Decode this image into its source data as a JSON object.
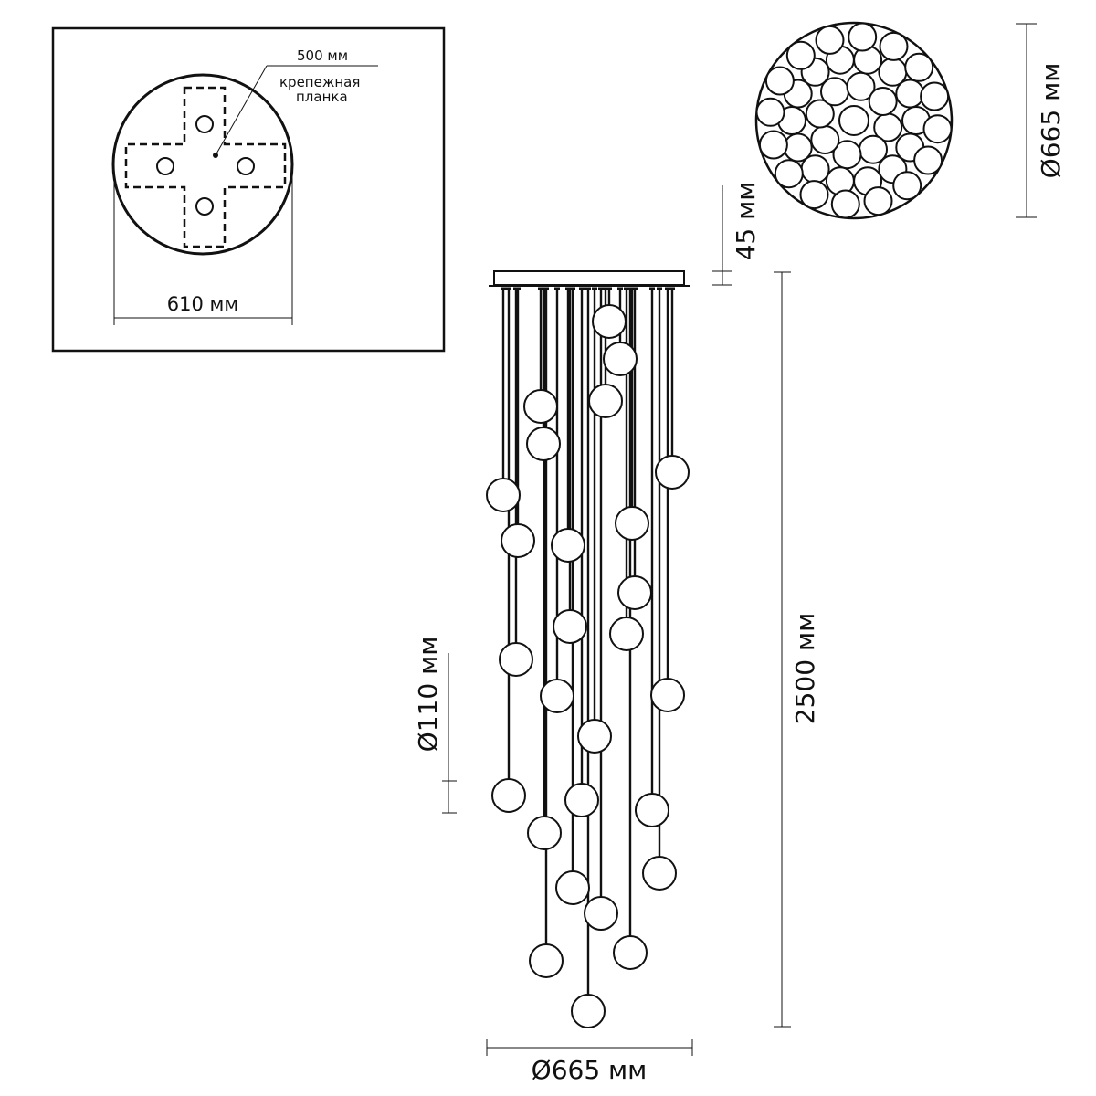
{
  "inset": {
    "plate_label": "500 мм",
    "plate_name_line1": "крепежная",
    "plate_name_line2": "планка",
    "width_label": "610 мм"
  },
  "top_view": {
    "diameter_label": "Ø665 мм"
  },
  "side_view": {
    "canopy_height_label": "45 мм",
    "total_height_label": "2500 мм",
    "sphere_diameter_label": "Ø110 мм",
    "width_label": "Ø665 мм"
  }
}
